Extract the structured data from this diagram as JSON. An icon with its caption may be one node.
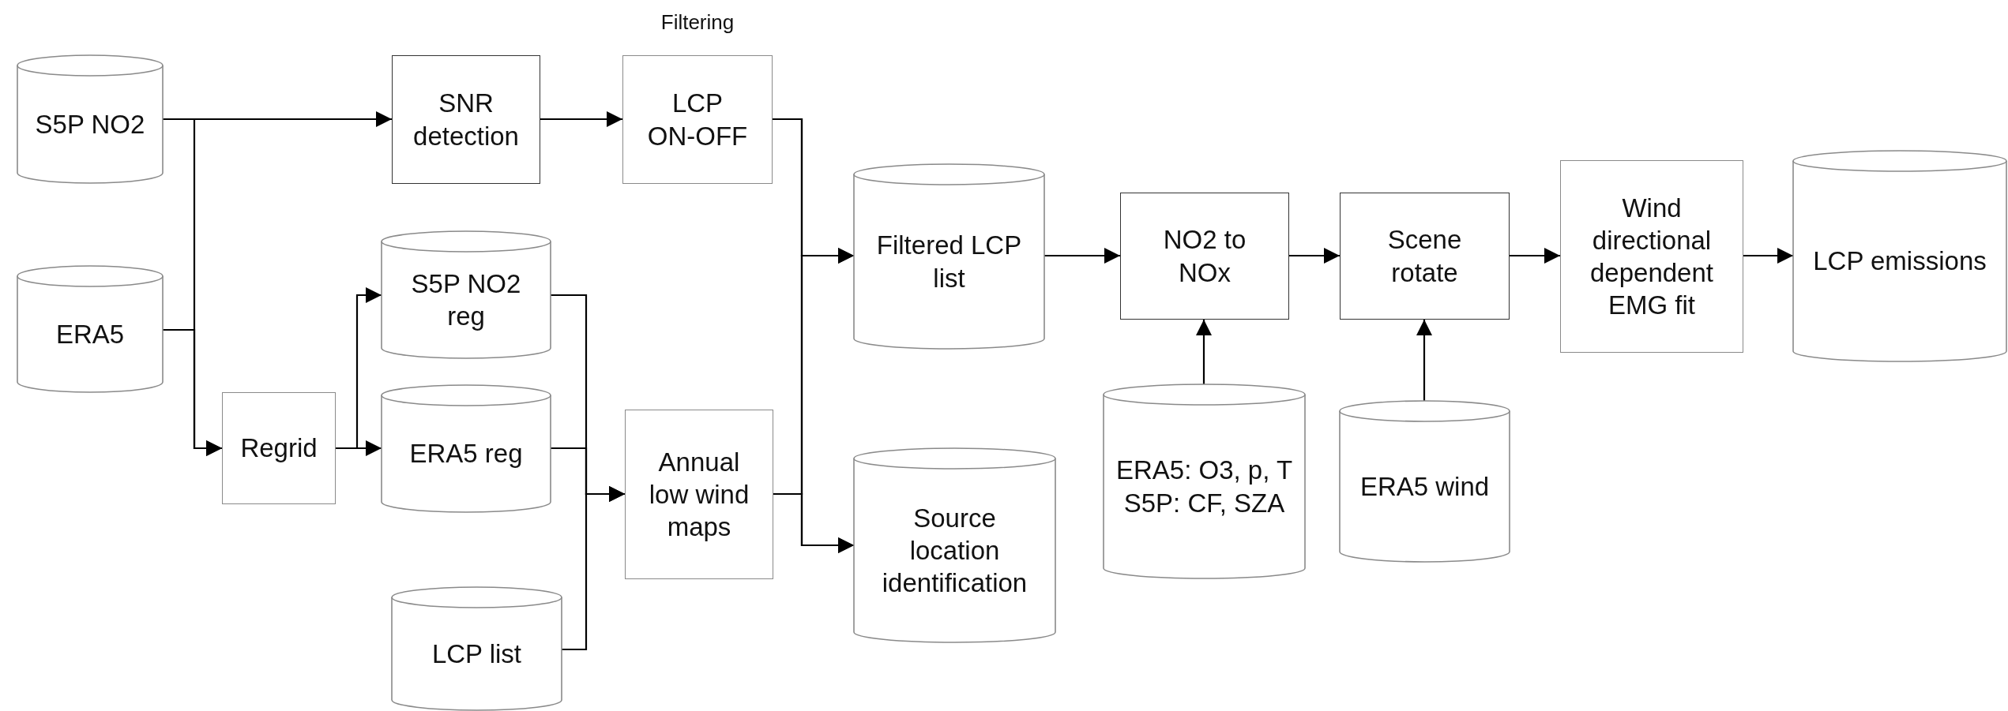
{
  "diagram": {
    "nodes": [
      {
        "text": [
          "S5P NO2"
        ]
      },
      {
        "text": [
          "SNR detection"
        ]
      },
      {
        "text": [
          "Filtering",
          "LCP ON-OFF"
        ]
      },
      {
        "text": [
          "ERA5"
        ]
      },
      {
        "text": [
          "S5P NO2 reg"
        ]
      },
      {
        "text": [
          "Regrid"
        ]
      },
      {
        "text": [
          "ERA5 reg"
        ]
      },
      {
        "text": [
          "Annual low wind maps"
        ]
      },
      {
        "text": [
          "LCP list"
        ]
      },
      {
        "text": [
          "Filtered LCP list"
        ]
      },
      {
        "text": [
          "Source location identification"
        ]
      },
      {
        "text": [
          "NO2 to NOx"
        ]
      },
      {
        "text": [
          "Scene rotate"
        ]
      },
      {
        "text": [
          "Wind directional dependent EMG fit"
        ]
      },
      {
        "text": [
          "LCP emissions"
        ]
      },
      {
        "text": [
          "ERA5: O3, p, T",
          "S5P: CF, SZA"
        ]
      },
      {
        "text": [
          "ERA5 wind"
        ]
      }
    ],
    "edges": [
      {
        "from": 0,
        "to": 1,
        "arrow": "to"
      },
      {
        "from": 0,
        "to": 5,
        "arrow": "to"
      },
      {
        "from": 3,
        "to": 5,
        "arrow": "to"
      },
      {
        "from": 1,
        "to": 2,
        "arrow": "to"
      },
      {
        "from": 5,
        "to": 4,
        "arrow": "to"
      },
      {
        "from": 5,
        "to": 6,
        "arrow": "to"
      },
      {
        "from": 4,
        "to": 7,
        "arrow": "to"
      },
      {
        "from": 6,
        "to": 7,
        "arrow": "to"
      },
      {
        "from": 8,
        "to": 7,
        "arrow": "to"
      },
      {
        "from": 2,
        "to": 9,
        "arrow": "to"
      },
      {
        "from": 2,
        "to": 10,
        "arrow": "to"
      },
      {
        "from": 7,
        "to": 9,
        "arrow": "to"
      },
      {
        "from": 7,
        "to": 10,
        "arrow": "to"
      },
      {
        "from": 9,
        "to": 11,
        "arrow": "to"
      },
      {
        "from": 15,
        "to": 11,
        "arrow": "to"
      },
      {
        "from": 11,
        "to": 12,
        "arrow": "to"
      },
      {
        "from": 16,
        "to": 12,
        "arrow": "to"
      },
      {
        "from": 12,
        "to": 13,
        "arrow": "to"
      },
      {
        "from": 13,
        "to": 14,
        "arrow": "to"
      }
    ]
  }
}
